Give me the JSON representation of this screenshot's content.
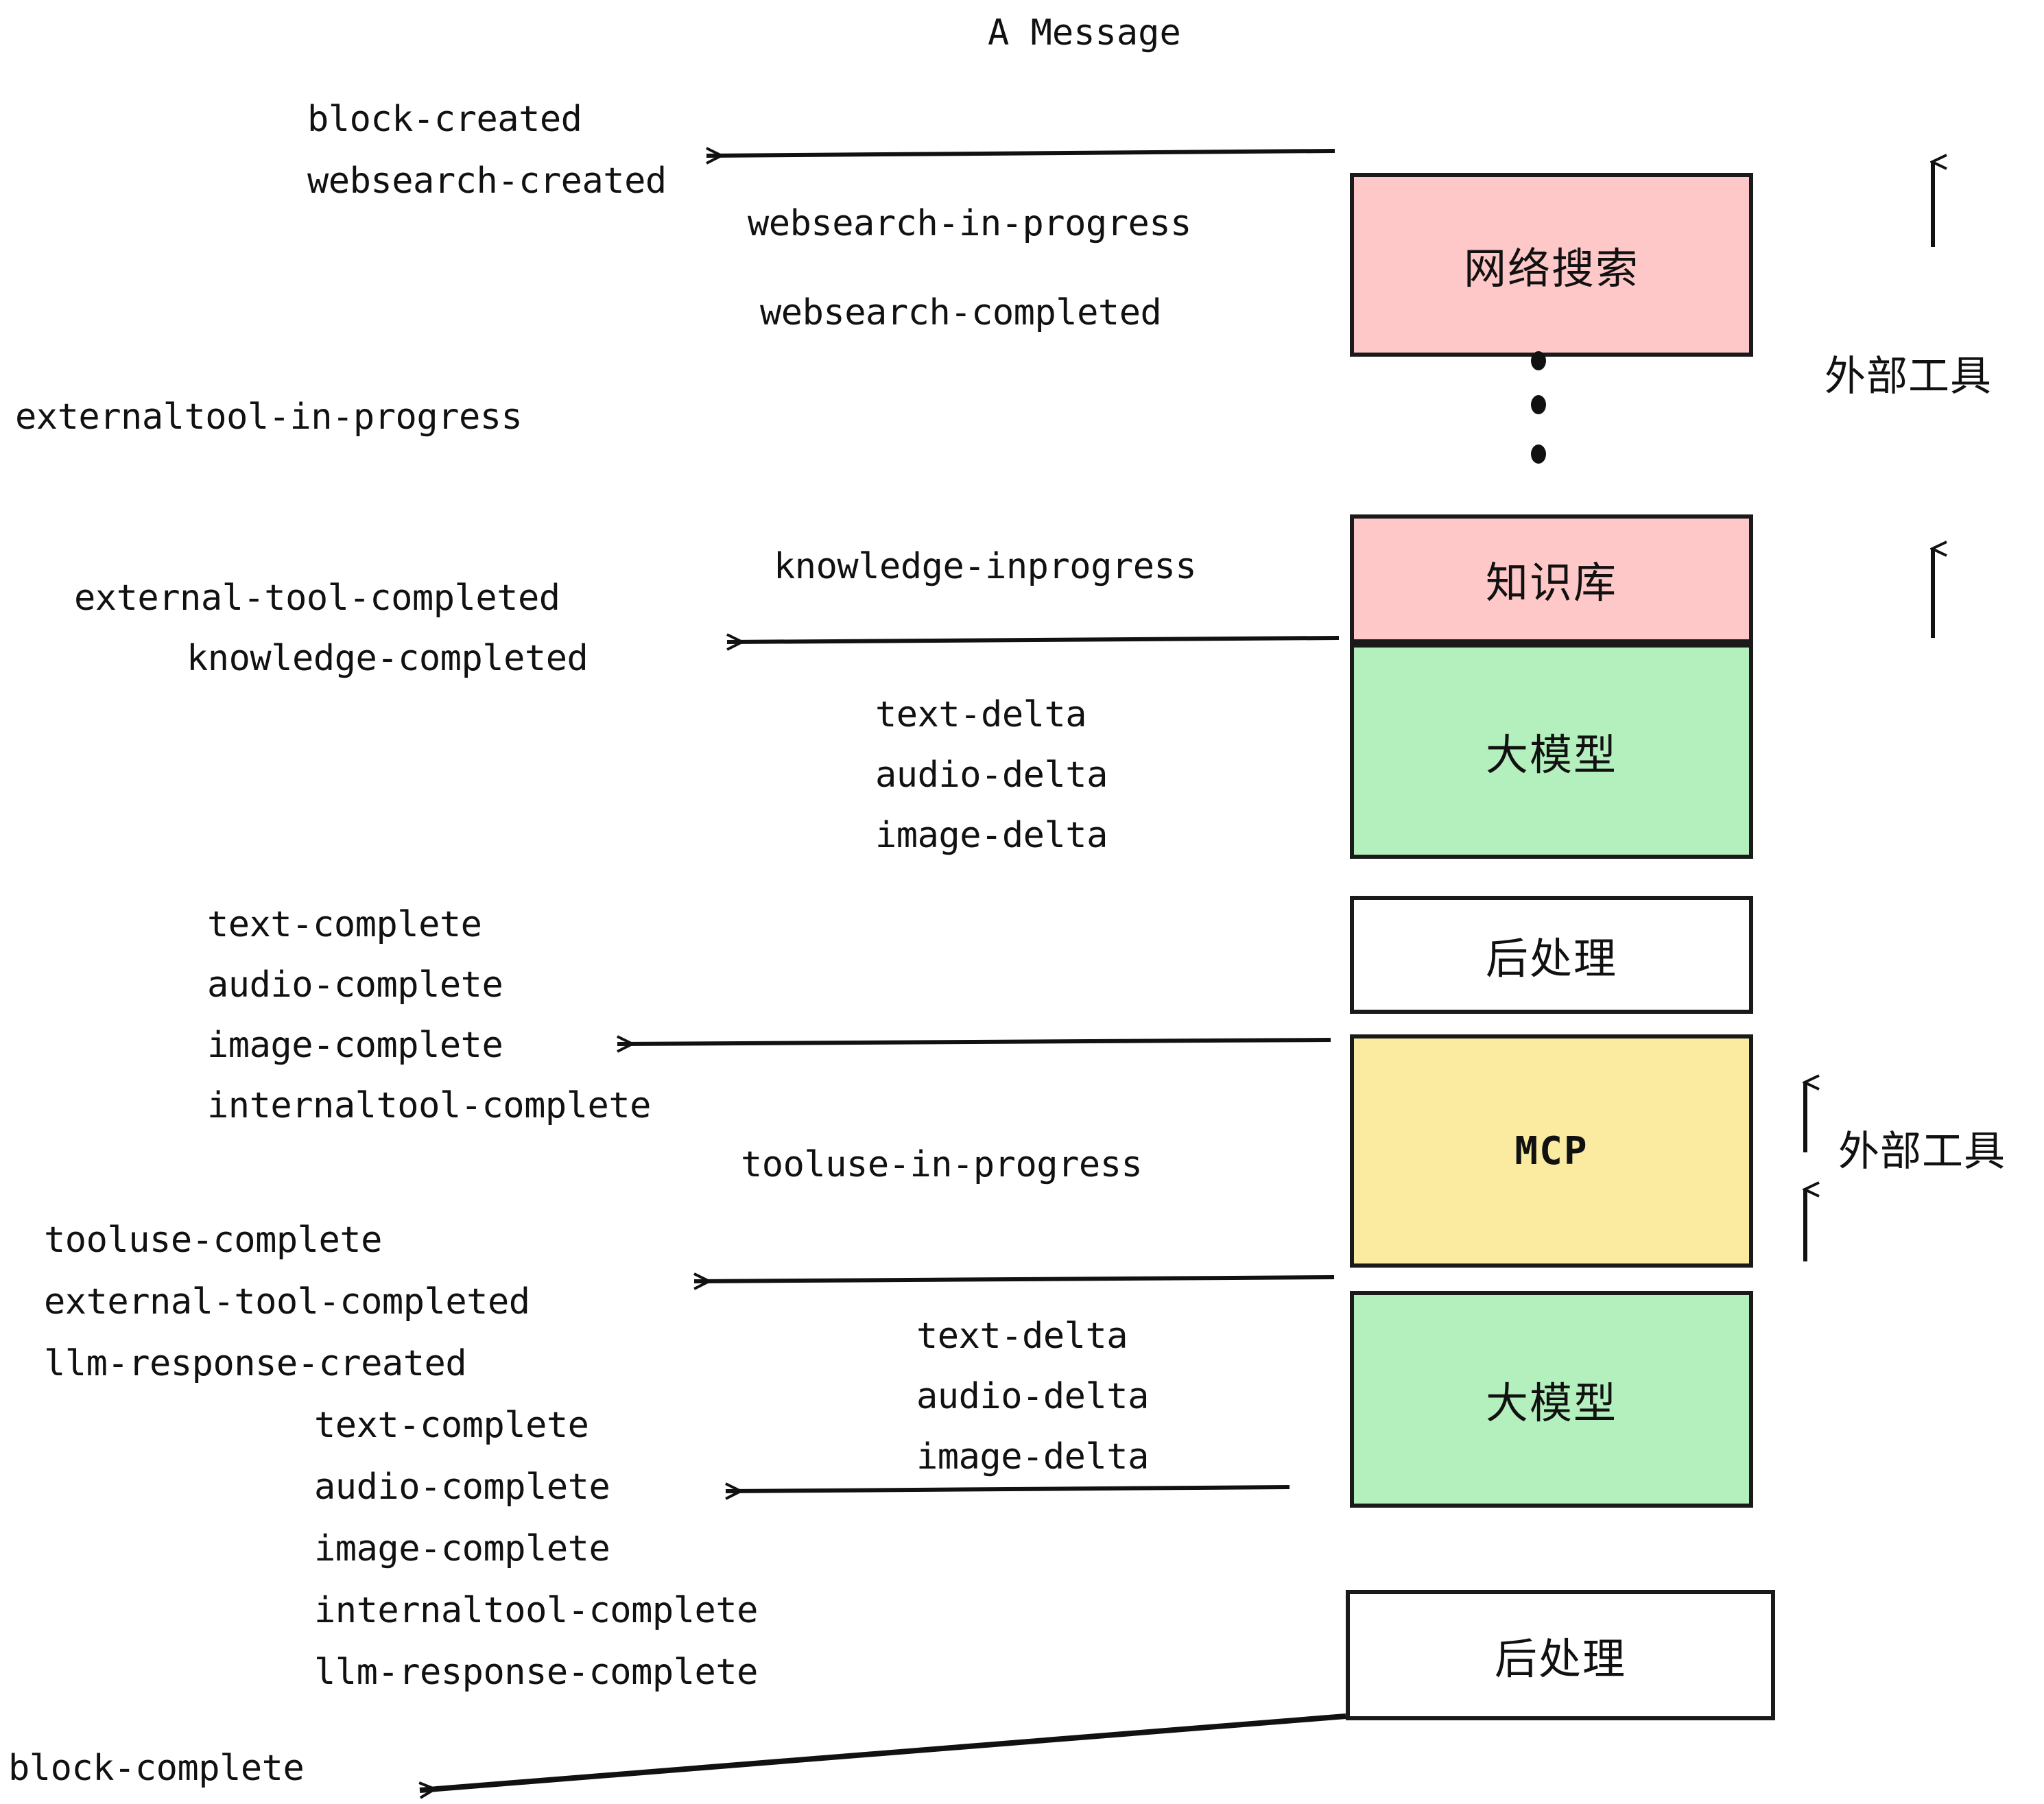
{
  "diagram": {
    "title": "A Message",
    "colors": {
      "pink": "#FFC8C8",
      "green": "#B4F0BD",
      "yellow": "#FBEBA1",
      "white": "#FFFFFF",
      "stroke": "#1A1A1A",
      "text": "#111111"
    },
    "boxes": [
      {
        "id": "websearch",
        "label": "网络搜索",
        "fill": "#FFC8C8"
      },
      {
        "id": "knowledge",
        "label": "知识库",
        "fill": "#FFC8C8"
      },
      {
        "id": "llm-1",
        "label": "大模型",
        "fill": "#B4F0BD"
      },
      {
        "id": "postproc-1",
        "label": "后处理",
        "fill": "#FFFFFF"
      },
      {
        "id": "mcp",
        "label": "MCP",
        "fill": "#FBEBA1"
      },
      {
        "id": "llm-2",
        "label": "大模型",
        "fill": "#B4F0BD"
      },
      {
        "id": "postproc-2",
        "label": "后处理",
        "fill": "#FFFFFF"
      }
    ],
    "side_labels": [
      {
        "id": "external-tools-top",
        "text": "外部工具"
      },
      {
        "id": "external-tools-bottom",
        "text": "外部工具"
      }
    ],
    "events": [
      {
        "id": "block-created",
        "text": "block-created"
      },
      {
        "id": "websearch-created",
        "text": "websearch-created"
      },
      {
        "id": "websearch-in-progress",
        "text": "websearch-in-progress"
      },
      {
        "id": "websearch-completed",
        "text": "websearch-completed"
      },
      {
        "id": "externaltool-in-progress",
        "text": "externaltool-in-progress"
      },
      {
        "id": "knowledge-inprogress",
        "text": "knowledge-inprogress"
      },
      {
        "id": "external-tool-completed-1",
        "text": "external-tool-completed"
      },
      {
        "id": "knowledge-completed",
        "text": "knowledge-completed"
      },
      {
        "id": "text-delta-1",
        "text": "text-delta"
      },
      {
        "id": "audio-delta-1",
        "text": "audio-delta"
      },
      {
        "id": "image-delta-1",
        "text": "image-delta"
      },
      {
        "id": "text-complete-1",
        "text": "text-complete"
      },
      {
        "id": "audio-complete-1",
        "text": "audio-complete"
      },
      {
        "id": "image-complete-1",
        "text": "image-complete"
      },
      {
        "id": "internaltool-complete-1",
        "text": "internaltool-complete"
      },
      {
        "id": "tooluse-in-progress",
        "text": "tooluse-in-progress"
      },
      {
        "id": "tooluse-complete",
        "text": "tooluse-complete"
      },
      {
        "id": "external-tool-completed-2",
        "text": "external-tool-completed"
      },
      {
        "id": "llm-response-created",
        "text": "llm-response-created"
      },
      {
        "id": "text-delta-2",
        "text": "text-delta"
      },
      {
        "id": "audio-delta-2",
        "text": "audio-delta"
      },
      {
        "id": "image-delta-2",
        "text": "image-delta"
      },
      {
        "id": "text-complete-2",
        "text": "text-complete"
      },
      {
        "id": "audio-complete-2",
        "text": "audio-complete"
      },
      {
        "id": "image-complete-2",
        "text": "image-complete"
      },
      {
        "id": "internaltool-complete-2",
        "text": "internaltool-complete"
      },
      {
        "id": "llm-response-complete",
        "text": "llm-response-complete"
      },
      {
        "id": "block-complete",
        "text": "block-complete"
      }
    ]
  }
}
